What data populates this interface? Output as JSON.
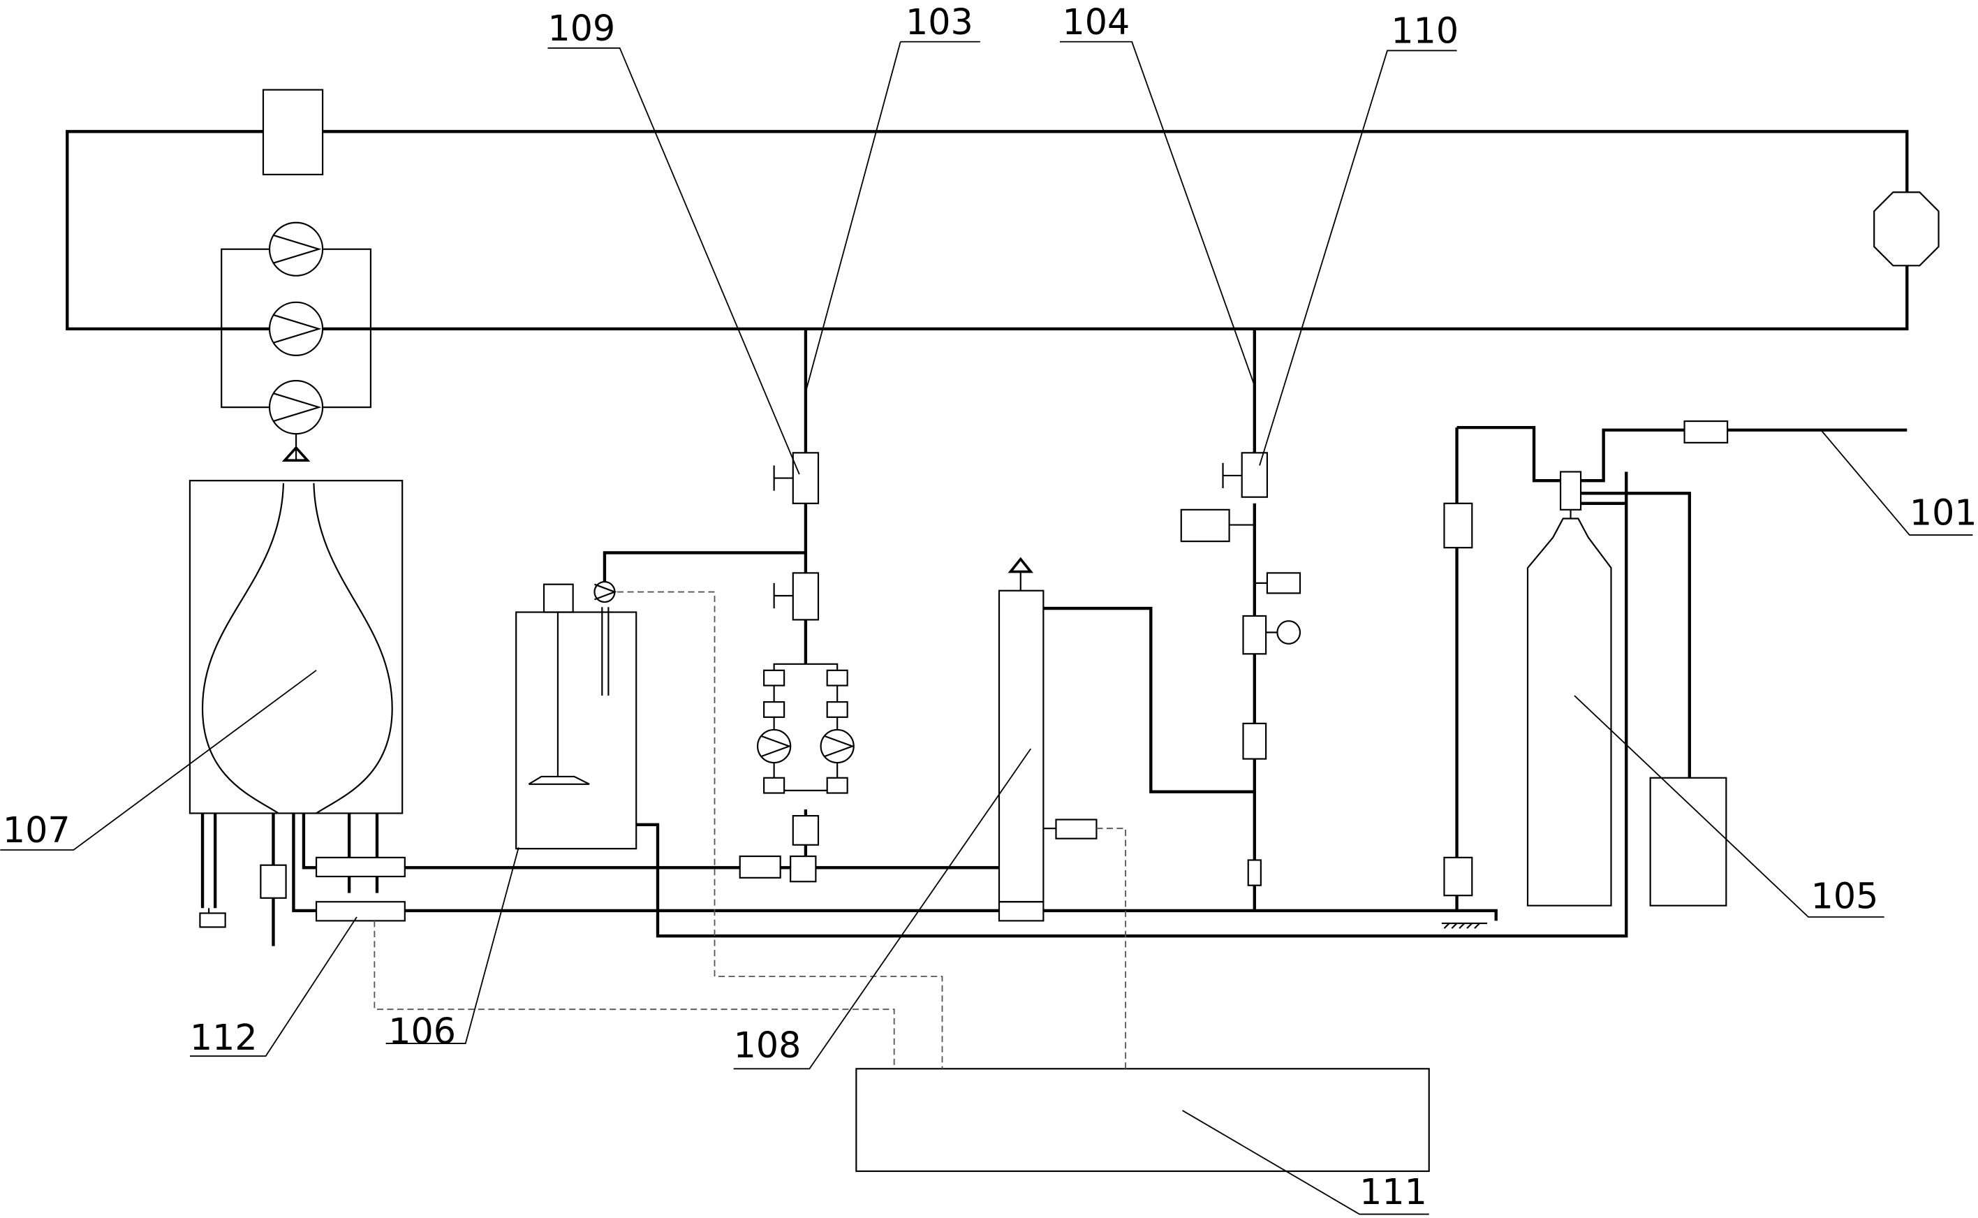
{
  "labels": {
    "l101": "101",
    "l103": "103",
    "l104": "104",
    "l105": "105",
    "l106": "106",
    "l107": "107",
    "l108": "108",
    "l109": "109",
    "l110": "110",
    "l111": "111",
    "l112": "112"
  },
  "colors": {
    "line": "#000000",
    "signal": "#555555",
    "background": "#ffffff"
  }
}
